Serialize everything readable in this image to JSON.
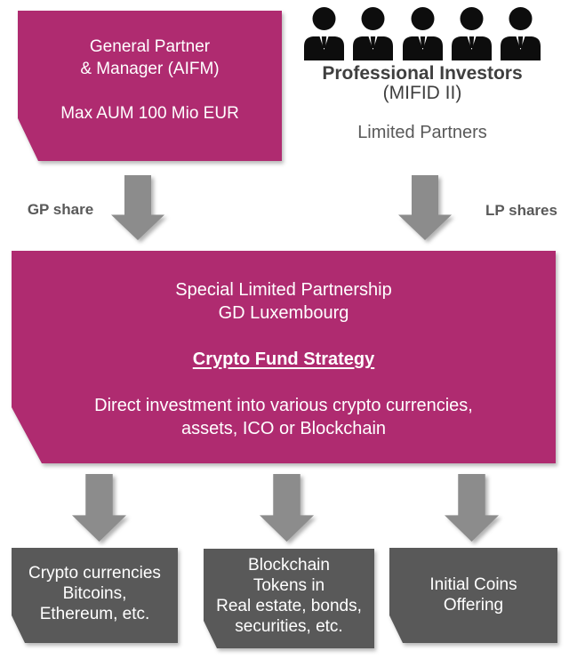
{
  "colors": {
    "magenta": "#AF2B70",
    "box_dark_gray": "#595959",
    "arrow_gray": "#8C8C8C",
    "label_gray": "#595959",
    "investors_text": "#3F3F3F",
    "box_text": "#FFFFFF",
    "icon_black": "#0D0D0D"
  },
  "gp_box": {
    "lines": [
      "General Partner",
      "& Manager (AIFM)",
      "",
      "Max AUM 100 Mio EUR"
    ]
  },
  "investors": {
    "icon": "businessman-icon",
    "icon_count": 5,
    "title": "Professional Investors",
    "subtitle": "(MIFID II)",
    "role_label": "Limited Partners"
  },
  "flows": {
    "gp_label": "GP share",
    "lp_label": "LP shares"
  },
  "fund_box": {
    "lines": [
      "Special Limited Partnership",
      "GD Luxembourg",
      "",
      "Crypto Fund Strategy",
      "",
      "Direct investment into various crypto currencies,",
      "assets, ICO or Blockchain"
    ]
  },
  "investments": [
    {
      "lines": [
        "Crypto currencies",
        "Bitcoins,",
        "Ethereum, etc."
      ]
    },
    {
      "lines": [
        "Blockchain",
        "Tokens in",
        "Real estate, bonds,",
        "securities, etc."
      ]
    },
    {
      "lines": [
        "Initial Coins",
        "Offering"
      ]
    }
  ]
}
